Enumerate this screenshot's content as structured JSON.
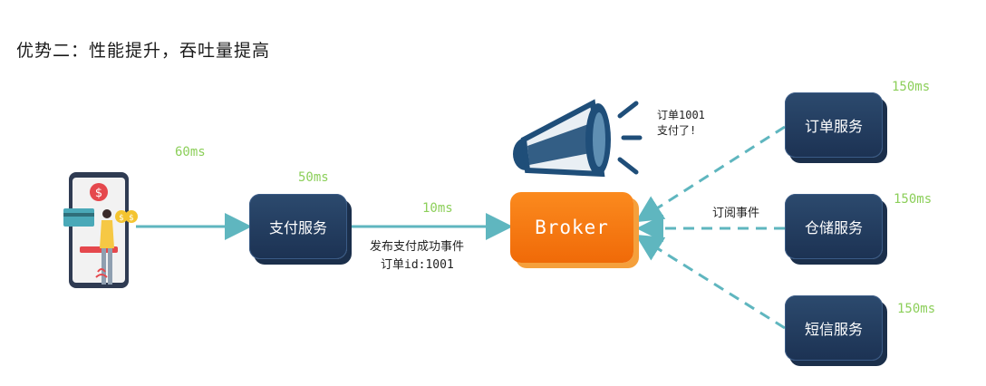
{
  "title": "优势二：性能提升，吞吐量提高",
  "nodes": {
    "pay": "支付服务",
    "broker": "Broker",
    "order": "订单服务",
    "storage": "仓储服务",
    "sms": "短信服务"
  },
  "timings": {
    "user_to_pay": "60ms",
    "pay": "50ms",
    "publish": "10ms",
    "order": "150ms",
    "storage": "150ms",
    "sms": "150ms"
  },
  "labels": {
    "publish_line1": "发布支付成功事件",
    "publish_line2": "订单id:1001",
    "subscribe": "订阅事件",
    "announce_line1": "订单1001",
    "announce_line2": "支付了!"
  },
  "colors": {
    "service_box": "#1f3a5f",
    "broker_box": "#f5750f",
    "arrow": "#5fb6bf",
    "timing_text": "#8ccf5a"
  }
}
